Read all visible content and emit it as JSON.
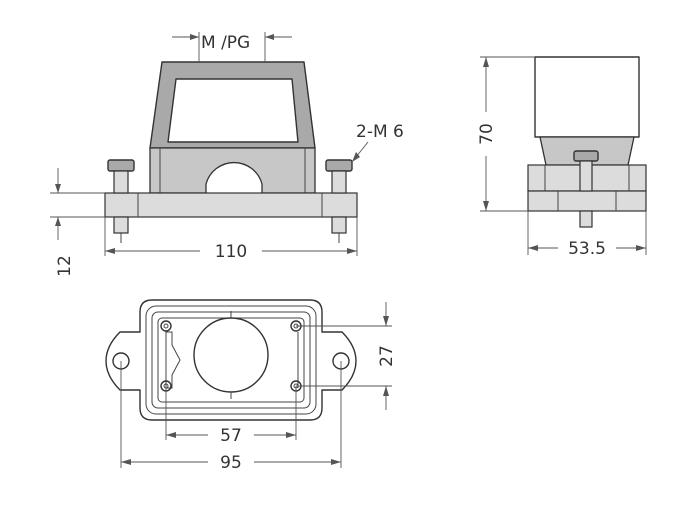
{
  "labels": {
    "thread_top": "M /PG",
    "thread_side": "2-M 6",
    "dim_width_front": "110",
    "dim_flange_height": "12",
    "dim_height_side": "70",
    "dim_width_side": "53.5",
    "dim_hole_spacing_short": "27",
    "dim_hole_spacing_long": "57",
    "dim_base_length": "95"
  },
  "colors": {
    "line": "#333333",
    "fill_dark": "#a9a9a9",
    "fill_mid": "#c7c7c7",
    "fill_light": "#dcdcdc"
  }
}
